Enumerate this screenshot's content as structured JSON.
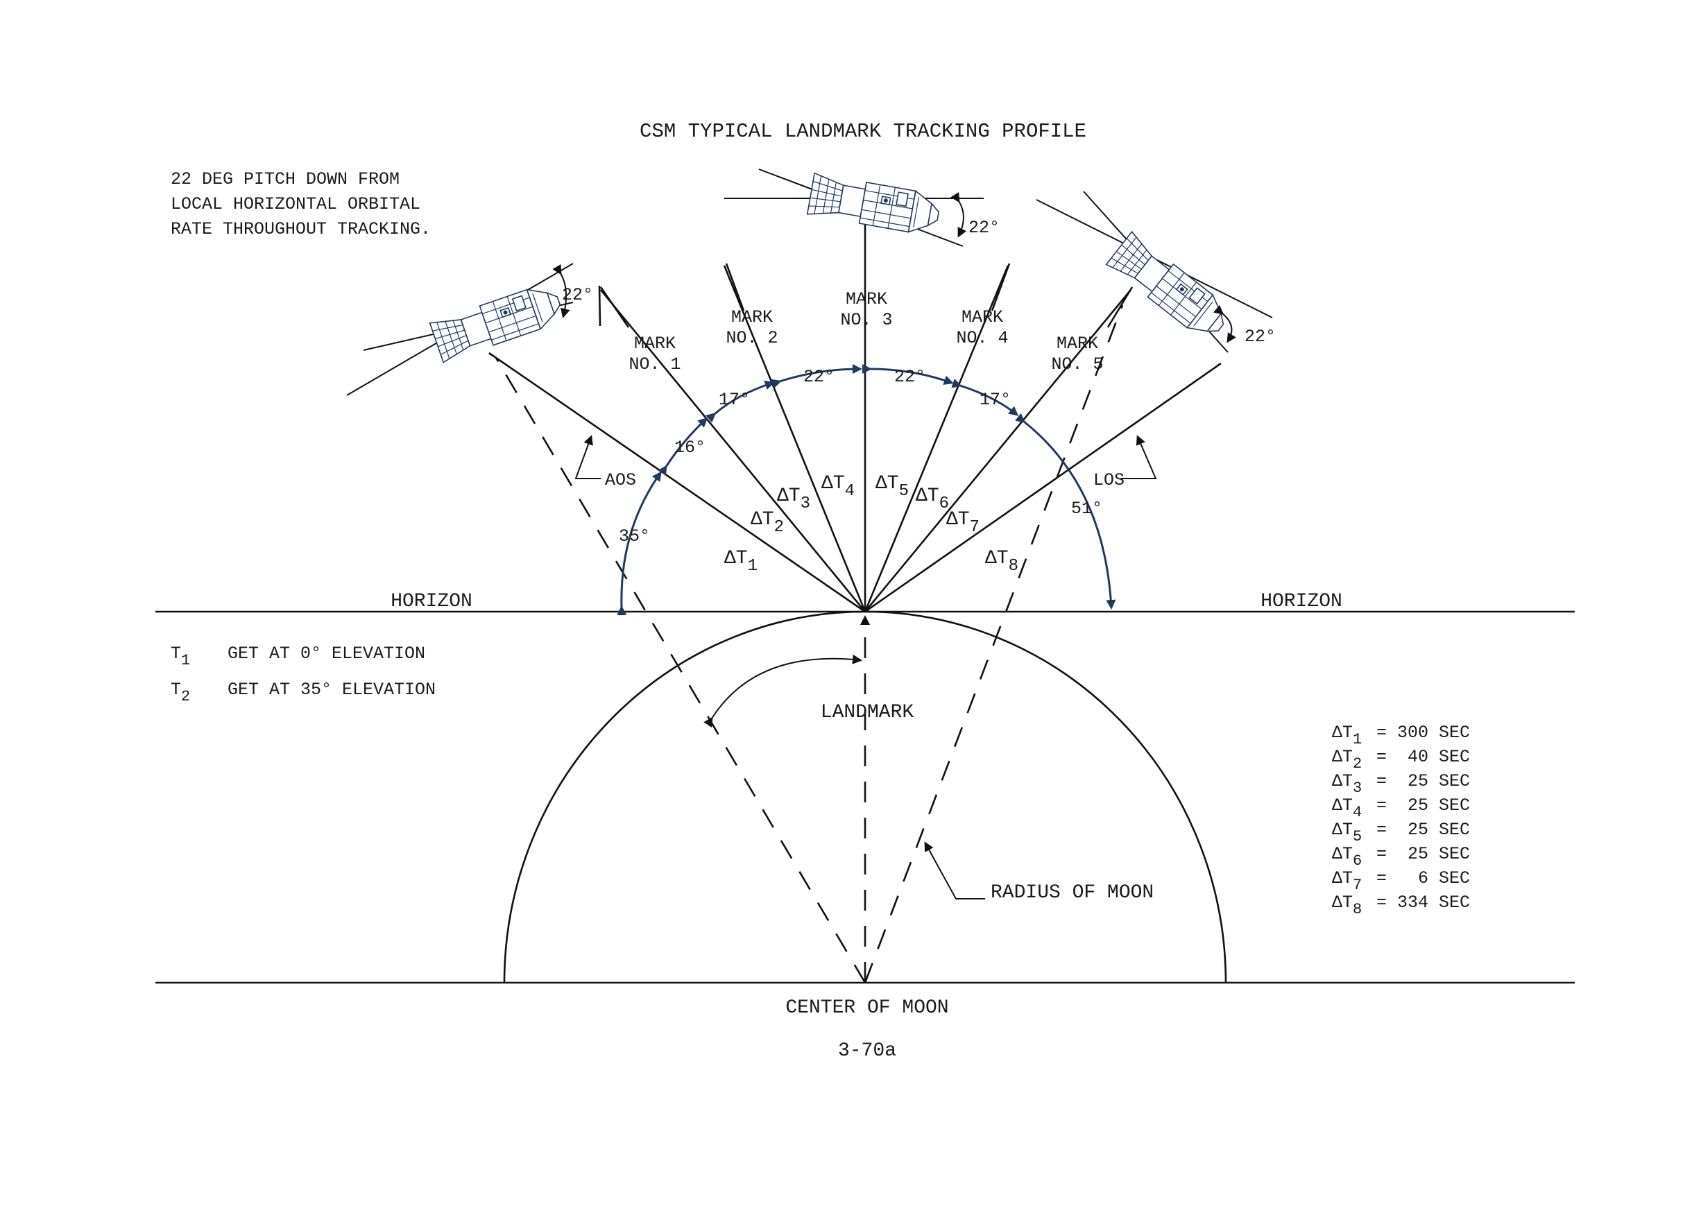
{
  "title": "CSM TYPICAL LANDMARK TRACKING PROFILE",
  "note_lines": [
    "22 DEG PITCH DOWN FROM",
    "LOCAL HORIZONTAL ORBITAL",
    "RATE THROUGHOUT TRACKING."
  ],
  "pitch_angle": "22°",
  "marks": [
    {
      "line1": "MARK",
      "line2": "NO. 1"
    },
    {
      "line1": "MARK",
      "line2": "NO. 2"
    },
    {
      "line1": "MARK",
      "line2": "NO. 3"
    },
    {
      "line1": "MARK",
      "line2": "NO. 4"
    },
    {
      "line1": "MARK",
      "line2": "NO. 5"
    }
  ],
  "arc_angles": [
    "35°",
    "16°",
    "17°",
    "22°",
    "22°",
    "17°",
    "51°"
  ],
  "aos": "AOS",
  "los": "LOS",
  "delta_symbol": "ΔT",
  "delta_subs": [
    "1",
    "2",
    "3",
    "4",
    "5",
    "6",
    "7",
    "8"
  ],
  "horizon_left": "HORIZON",
  "horizon_right": "HORIZON",
  "legend": [
    {
      "sym": "T",
      "sub": "1",
      "text": "GET AT  0° ELEVATION"
    },
    {
      "sym": "T",
      "sub": "2",
      "text": "GET AT 35° ELEVATION"
    }
  ],
  "landmark": "LANDMARK",
  "radius_label": "RADIUS OF MOON",
  "center_label": "CENTER OF MOON",
  "page_number": "3-70a",
  "delta_table": [
    {
      "sub": "1",
      "value": "= 300 SEC"
    },
    {
      "sub": "2",
      "value": "=  40 SEC"
    },
    {
      "sub": "3",
      "value": "=  25 SEC"
    },
    {
      "sub": "4",
      "value": "=  25 SEC"
    },
    {
      "sub": "5",
      "value": "=  25 SEC"
    },
    {
      "sub": "6",
      "value": "=  25 SEC"
    },
    {
      "sub": "7",
      "value": "=   6 SEC"
    },
    {
      "sub": "8",
      "value": "= 334 SEC"
    }
  ],
  "colors": {
    "ink": "#111111",
    "accent": "#1f3a5f"
  }
}
